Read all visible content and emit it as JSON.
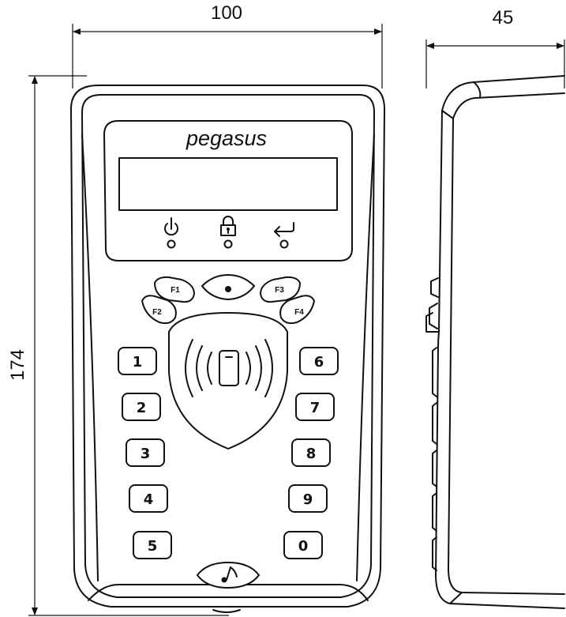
{
  "dimensions": {
    "width": "100",
    "depth": "45",
    "height": "174"
  },
  "device": {
    "brand": "Pegasus",
    "brand_display": "pegasus",
    "indicators": [
      {
        "icon": "power-icon"
      },
      {
        "icon": "padlock-icon"
      },
      {
        "icon": "enter-icon"
      }
    ],
    "function_keys": [
      "F1",
      "F2",
      "F3",
      "F4"
    ],
    "center_key_icon": "dot-icon",
    "keypad_left": [
      "1",
      "2",
      "3",
      "4",
      "5"
    ],
    "keypad_right": [
      "6",
      "7",
      "8",
      "9",
      "0"
    ],
    "bottom_key_icon": "music-note-icon",
    "reader_icon": "rfid-card-icon"
  }
}
